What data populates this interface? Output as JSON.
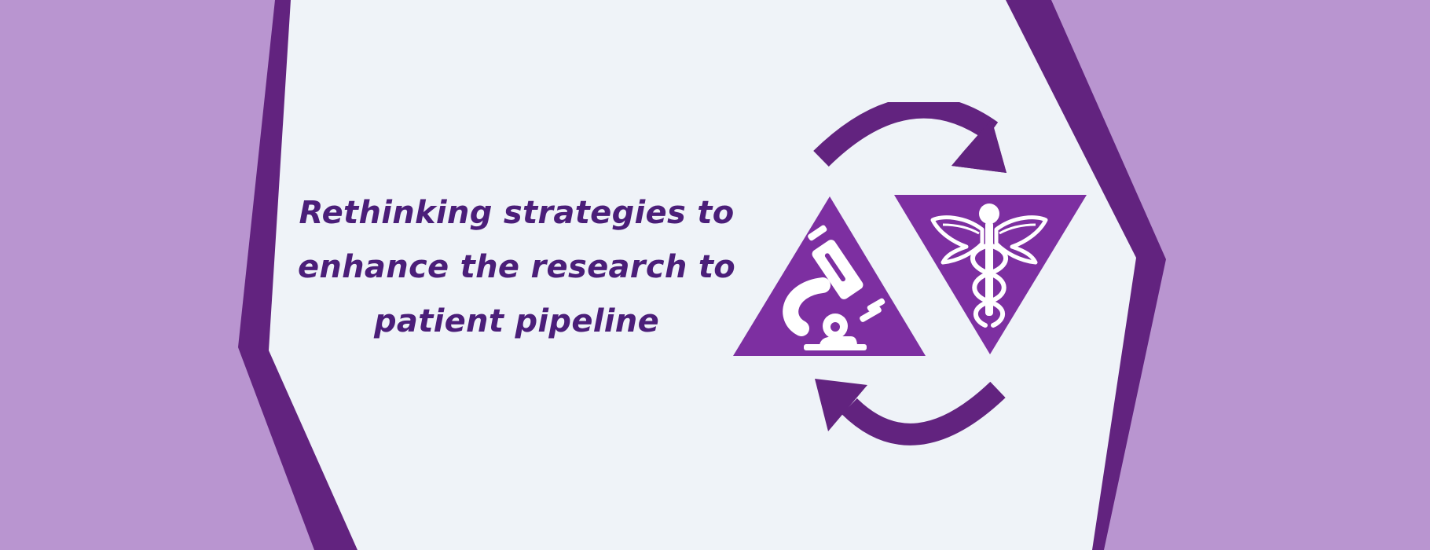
{
  "headline": {
    "line_1": "Rethinking strategies to",
    "line_2": "enhance the research to",
    "line_3": "patient pipeline"
  },
  "graphic": {
    "icons": [
      "microscope-icon",
      "caduceus-icon",
      "cycle-arrow-icon"
    ]
  },
  "colors": {
    "background": "#b995d0",
    "panel": "#eff3f8",
    "border": "#62237f",
    "triangle": "#7d2fa1",
    "arrow": "#62237f",
    "text": "#4b1e79"
  }
}
